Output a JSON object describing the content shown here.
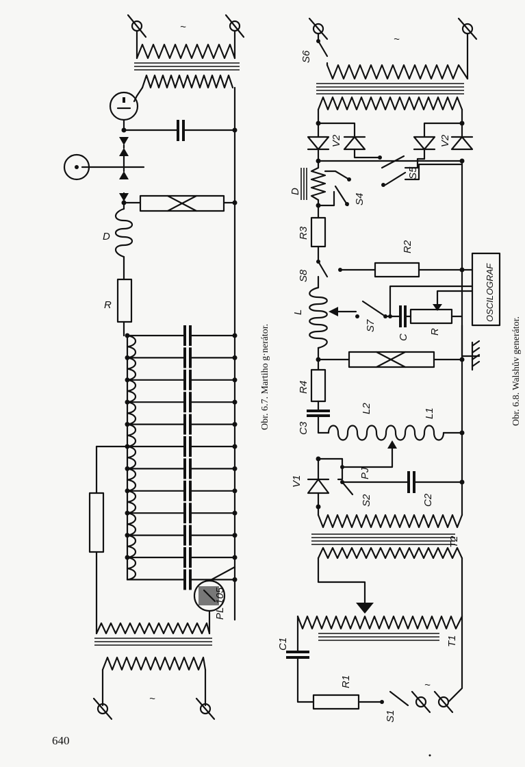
{
  "page_number": "640",
  "figures": [
    {
      "caption": "Obr. 6.7. Martiho g·nerátor.",
      "labels": {
        "D": "D",
        "R": "R",
        "PL": "PL 105",
        "ac_top": "~",
        "ac_bottom": "~"
      }
    },
    {
      "caption": "Obr. 6.8. Walshův generátor.",
      "labels": {
        "S6": "S6",
        "V2a": "V2",
        "V2b": "V2",
        "D": "D",
        "S4": "S4",
        "S5": "S5",
        "R3": "R3",
        "S8": "S8",
        "R2": "R2",
        "L": "L",
        "S7": "S7",
        "C": "C",
        "R": "R",
        "oscilograf": "OSCILOGRAF",
        "R4": "R4",
        "C3": "C3",
        "L2": "L2",
        "L1": "L1",
        "V1": "V1",
        "PJ": "PJ",
        "S2": "S2",
        "C2": "C2",
        "T2": "T2",
        "C1": "C1",
        "T1": "T1",
        "R1": "R1",
        "S1": "S1",
        "ac_top": "~",
        "ac_bottom": "~"
      }
    }
  ]
}
